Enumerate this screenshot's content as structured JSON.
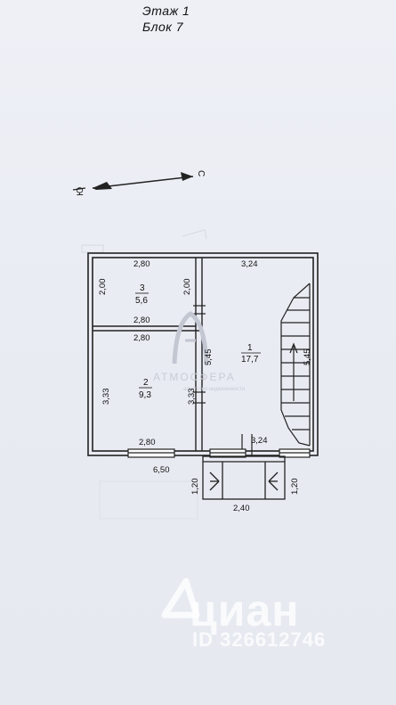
{
  "header": {
    "floor": "Этаж 1",
    "block": "Блок 7"
  },
  "compass": {
    "north_label": "Ю",
    "south_label": "С"
  },
  "rooms": [
    {
      "number": "1",
      "area": "17,7"
    },
    {
      "number": "2",
      "area": "9,3"
    },
    {
      "number": "3",
      "area": "5,6"
    }
  ],
  "dimensions": {
    "room3_top": "2,80",
    "room3_left": "2,00",
    "room3_right": "2,00",
    "room3_bottom": "2,80",
    "room2_top": "2,80",
    "room2_left": "3,33",
    "room2_right": "3,33",
    "room2_bottom": "2,80",
    "room1_top": "3,24",
    "room1_bottom": "3,24",
    "room1_left": "5,45",
    "room1_right": "5,45",
    "overall_width": "6,50",
    "porch_width": "2,40",
    "porch_left": "1,20",
    "porch_right": "1,20"
  },
  "watermark": {
    "agency": "АТМОСФЕРА",
    "agency_sub": "агентство недвижимости",
    "cian_logo": "циан",
    "listing_id": "ID 326612746"
  }
}
